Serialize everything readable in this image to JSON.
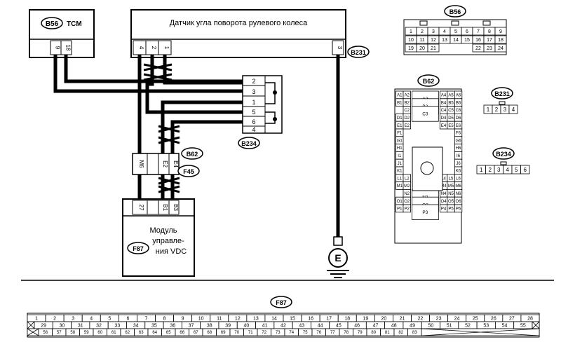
{
  "tcm": {
    "id": "B56",
    "label": "TCM",
    "pins": [
      "9",
      "18"
    ]
  },
  "sensor": {
    "label": "Датчик угла поворота рулевого колеса",
    "pins_left": [
      "4",
      "2",
      "1"
    ],
    "pin_right": "3",
    "connector": "B231"
  },
  "joint": {
    "connector": "B234",
    "pins": [
      "2",
      "3",
      "1",
      "5",
      "6",
      "4"
    ]
  },
  "interconnect": {
    "upper": "B62",
    "lower": "F45",
    "pins": [
      "M6",
      "E2",
      "E4"
    ]
  },
  "vdc": {
    "id": "F87",
    "label_line1": "Модуль",
    "label_line2": "управле-",
    "label_line3": "ния VDC",
    "pins": [
      "27",
      "B1",
      "B3"
    ]
  },
  "ground": {
    "symbol": "E"
  },
  "views": {
    "b56": {
      "title": "B56",
      "row1": [
        "1",
        "2",
        "3",
        "4",
        "5",
        "6",
        "7",
        "8",
        "9"
      ],
      "row2": [
        "10",
        "11",
        "12",
        "13",
        "14",
        "15",
        "16",
        "17",
        "18"
      ],
      "row3": [
        "19",
        "20",
        "21",
        "22",
        "23",
        "24"
      ]
    },
    "b62": {
      "title": "B62",
      "cells": [
        "A1",
        "A2",
        "A3",
        "A4",
        "A5",
        "A6",
        "B1",
        "B2",
        "B3",
        "B4",
        "B5",
        "B6",
        "C2",
        "C4",
        "C5",
        "C6",
        "C3",
        "D1",
        "D2",
        "D4",
        "D5",
        "D6",
        "E1",
        "E2",
        "E4",
        "E5",
        "E6",
        "F1",
        "F6",
        "G1",
        "G6",
        "H1",
        "H6",
        "I1",
        "I6",
        "J1",
        "J6",
        "K1",
        "K6",
        "L1",
        "L2",
        "L4",
        "L5",
        "L6",
        "M1",
        "M2",
        "N3",
        "M4",
        "M5",
        "M6",
        "N2",
        "N4",
        "N5",
        "N6",
        "O1",
        "O2",
        "O3",
        "O4",
        "O5",
        "O6",
        "P1",
        "P2",
        "P3",
        "P4",
        "P5",
        "P6"
      ]
    },
    "b231": {
      "title": "B231",
      "pins": [
        "1",
        "2",
        "3",
        "4"
      ]
    },
    "b234": {
      "title": "B234",
      "pins": [
        "1",
        "2",
        "3",
        "4",
        "5",
        "6"
      ]
    },
    "f87": {
      "title": "F87",
      "row1": [
        "1",
        "2",
        "3",
        "4",
        "5",
        "6",
        "7",
        "8",
        "9",
        "10",
        "11",
        "12",
        "13",
        "14",
        "15",
        "16",
        "17",
        "18",
        "19",
        "20",
        "21",
        "22",
        "23",
        "24",
        "25",
        "26",
        "27",
        "28"
      ],
      "row2": [
        "29",
        "30",
        "31",
        "32",
        "33",
        "34",
        "35",
        "36",
        "37",
        "38",
        "39",
        "40",
        "41",
        "42",
        "43",
        "44",
        "45",
        "46",
        "47",
        "48",
        "49",
        "50",
        "51",
        "52",
        "53",
        "54",
        "55"
      ],
      "row3": [
        "56",
        "57",
        "58",
        "59",
        "60",
        "61",
        "62",
        "63",
        "64",
        "65",
        "66",
        "67",
        "68",
        "69",
        "70",
        "71",
        "72",
        "73",
        "74",
        "75",
        "76",
        "77",
        "78",
        "79",
        "80",
        "81",
        "82",
        "83"
      ]
    }
  }
}
